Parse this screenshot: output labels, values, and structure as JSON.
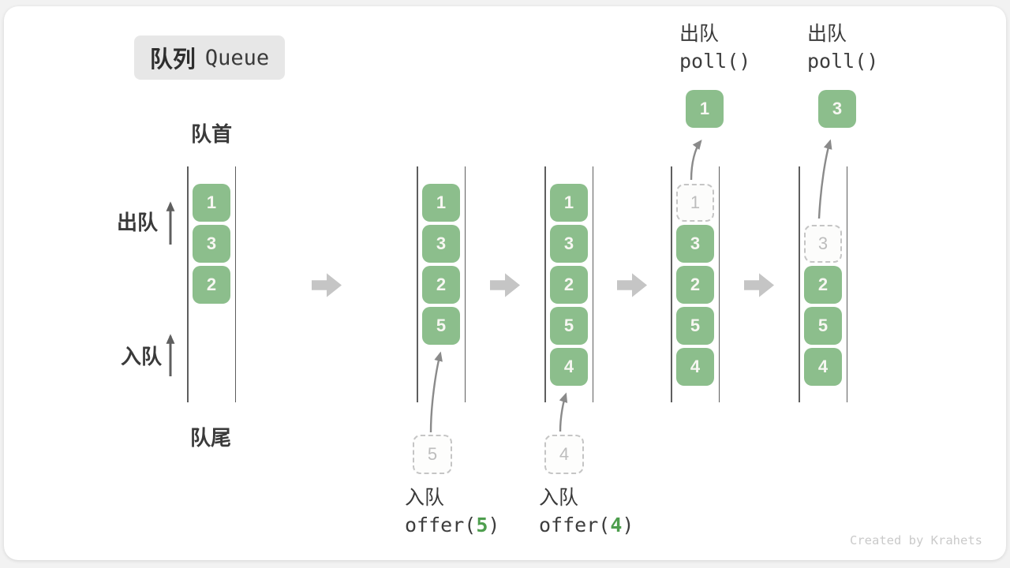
{
  "title": {
    "zh": "队列",
    "en": "Queue"
  },
  "labels": {
    "front": "队首",
    "rear": "队尾",
    "dequeue": "出队",
    "enqueue": "入队"
  },
  "states": [
    {
      "name": "initial",
      "cells": [
        "1",
        "3",
        "2"
      ]
    },
    {
      "name": "after-offer-5",
      "cells": [
        "1",
        "3",
        "2",
        "5"
      ],
      "pending": "5",
      "op": {
        "label": "入队",
        "fn": "offer(",
        "arg": "5",
        "close": ")"
      }
    },
    {
      "name": "after-offer-4",
      "cells": [
        "1",
        "3",
        "2",
        "5",
        "4"
      ],
      "pending": "4",
      "op": {
        "label": "入队",
        "fn": "offer(",
        "arg": "4",
        "close": ")"
      }
    },
    {
      "name": "after-poll-1",
      "ghost": "1",
      "cells": [
        "3",
        "2",
        "5",
        "4"
      ],
      "result": "1",
      "op": {
        "label": "出队",
        "fn": "poll()"
      }
    },
    {
      "name": "after-poll-3",
      "ghost": "3",
      "cells": [
        "2",
        "5",
        "4"
      ],
      "result": "3",
      "op": {
        "label": "出队",
        "fn": "poll()"
      }
    }
  ],
  "watermark": "Created by Krahets",
  "colors": {
    "green": "#8CBE8C",
    "cell-text": "#F7F7F2",
    "ghost-border": "#C5C5C5",
    "ghost-text": "#BDBDBD",
    "wall": "#5E5E5E",
    "block-arrow": "#C5C5C5",
    "text": "#3A3A3A",
    "code": "#3D3D3D",
    "accent-green": "#4E9E4E",
    "watermark": "#CACACA",
    "badge-bg": "#E7E7E7"
  }
}
